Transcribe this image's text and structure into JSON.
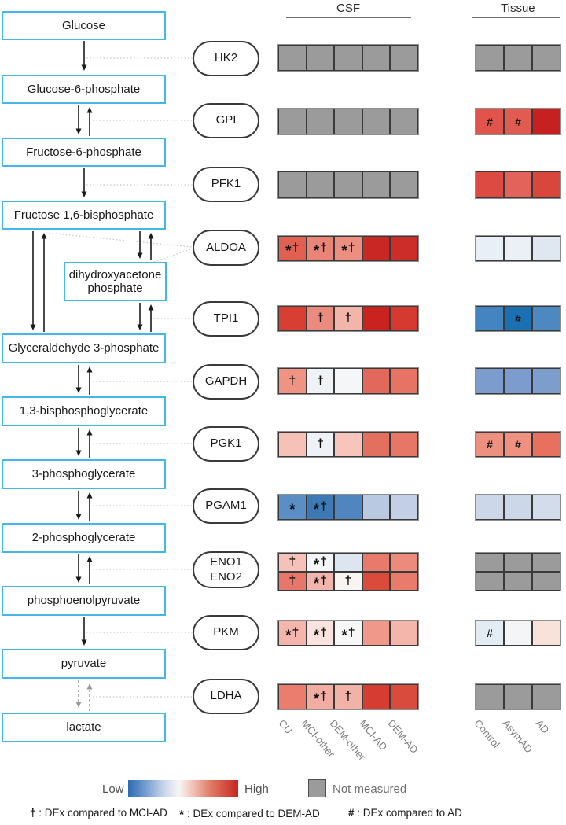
{
  "headers": {
    "csf": "CSF",
    "tissue": "Tissue"
  },
  "metabolites": [
    "Glucose",
    "Glucose-6-phosphate",
    "Fructose-6-phosphate",
    "Fructose 1,6-bisphosphate",
    "dihydroxyacetone phosphate",
    "Glyceraldehyde 3-phosphate",
    "1,3-bisphosphoglycerate",
    "3-phosphoglycerate",
    "2-phosphoglycerate",
    "phosphoenolpyruvate",
    "pyruvate",
    "lactate"
  ],
  "enzymes": [
    [
      "HK2"
    ],
    [
      "GPI"
    ],
    [
      "PFK1"
    ],
    [
      "ALDOA"
    ],
    [
      "TPI1"
    ],
    [
      "GAPDH"
    ],
    [
      "PGK1"
    ],
    [
      "PGAM1"
    ],
    [
      "ENO1",
      "ENO2"
    ],
    [
      "PKM"
    ],
    [
      "LDHA"
    ]
  ],
  "heatmap": {
    "csf_columns": [
      "CU",
      "MCI-other",
      "DEM-other",
      "MCI-AD",
      "DEM-AD"
    ],
    "tissue_columns": [
      "Control",
      "AsymAD",
      "AD"
    ],
    "not_measured_color": "#9b9b9b",
    "rows": [
      {
        "enzyme": "HK2",
        "csf": [
          [
            {
              "color": "#9b9b9b",
              "symbol": "",
              "measured": false
            },
            {
              "color": "#9b9b9b",
              "symbol": "",
              "measured": false
            },
            {
              "color": "#9b9b9b",
              "symbol": "",
              "measured": false
            },
            {
              "color": "#9b9b9b",
              "symbol": "",
              "measured": false
            },
            {
              "color": "#9b9b9b",
              "symbol": "",
              "measured": false
            }
          ]
        ],
        "tissue": [
          [
            {
              "color": "#9b9b9b",
              "symbol": "",
              "measured": false
            },
            {
              "color": "#9b9b9b",
              "symbol": "",
              "measured": false
            },
            {
              "color": "#9b9b9b",
              "symbol": "",
              "measured": false
            }
          ]
        ]
      },
      {
        "enzyme": "GPI",
        "csf": [
          [
            {
              "color": "#9b9b9b",
              "symbol": "",
              "measured": false
            },
            {
              "color": "#9b9b9b",
              "symbol": "",
              "measured": false
            },
            {
              "color": "#9b9b9b",
              "symbol": "",
              "measured": false
            },
            {
              "color": "#9b9b9b",
              "symbol": "",
              "measured": false
            },
            {
              "color": "#9b9b9b",
              "symbol": "",
              "measured": false
            }
          ]
        ],
        "tissue": [
          [
            {
              "color": "#e0544b",
              "symbol": "#"
            },
            {
              "color": "#e05b51",
              "symbol": "#"
            },
            {
              "color": "#c62120",
              "symbol": ""
            }
          ]
        ]
      },
      {
        "enzyme": "PFK1",
        "csf": [
          [
            {
              "color": "#9b9b9b",
              "symbol": "",
              "measured": false
            },
            {
              "color": "#9b9b9b",
              "symbol": "",
              "measured": false
            },
            {
              "color": "#9b9b9b",
              "symbol": "",
              "measured": false
            },
            {
              "color": "#9b9b9b",
              "symbol": "",
              "measured": false
            },
            {
              "color": "#9b9b9b",
              "symbol": "",
              "measured": false
            }
          ]
        ],
        "tissue": [
          [
            {
              "color": "#dc4a41",
              "symbol": ""
            },
            {
              "color": "#e2635a",
              "symbol": ""
            },
            {
              "color": "#d9473c",
              "symbol": ""
            }
          ]
        ]
      },
      {
        "enzyme": "ALDOA",
        "csf": [
          [
            {
              "color": "#e06152",
              "symbol": "*†"
            },
            {
              "color": "#ea8477",
              "symbol": "*†"
            },
            {
              "color": "#ec8e80",
              "symbol": "*†"
            },
            {
              "color": "#c92723",
              "symbol": ""
            },
            {
              "color": "#cd2d28",
              "symbol": ""
            }
          ]
        ],
        "tissue": [
          [
            {
              "color": "#e9eff6",
              "symbol": ""
            },
            {
              "color": "#eaf0f6",
              "symbol": ""
            },
            {
              "color": "#dfe7f1",
              "symbol": ""
            }
          ]
        ]
      },
      {
        "enzyme": "TPI1",
        "csf": [
          [
            {
              "color": "#d93e33",
              "symbol": ""
            },
            {
              "color": "#eb8b7d",
              "symbol": "†"
            },
            {
              "color": "#f3b4aa",
              "symbol": "†"
            },
            {
              "color": "#c9221f",
              "symbol": ""
            },
            {
              "color": "#d43a30",
              "symbol": ""
            }
          ]
        ],
        "tissue": [
          [
            {
              "color": "#4484c0",
              "symbol": ""
            },
            {
              "color": "#1b70b2",
              "symbol": "#"
            },
            {
              "color": "#4d88c1",
              "symbol": ""
            }
          ]
        ]
      },
      {
        "enzyme": "GAPDH",
        "csf": [
          [
            {
              "color": "#ef9485",
              "symbol": "†"
            },
            {
              "color": "#f0f3f6",
              "symbol": "†"
            },
            {
              "color": "#f5f6f8",
              "symbol": ""
            },
            {
              "color": "#e2685b",
              "symbol": ""
            },
            {
              "color": "#e77365",
              "symbol": ""
            }
          ]
        ],
        "tissue": [
          [
            {
              "color": "#7b9ccd",
              "symbol": ""
            },
            {
              "color": "#7b9ccd",
              "symbol": ""
            },
            {
              "color": "#7d9ecd",
              "symbol": ""
            }
          ]
        ]
      },
      {
        "enzyme": "PGK1",
        "csf": [
          [
            {
              "color": "#f6c1b7",
              "symbol": ""
            },
            {
              "color": "#eef1f5",
              "symbol": "†"
            },
            {
              "color": "#f7c5bc",
              "symbol": ""
            },
            {
              "color": "#e3705f",
              "symbol": ""
            },
            {
              "color": "#e67767",
              "symbol": ""
            }
          ]
        ],
        "tissue": [
          [
            {
              "color": "#ee9080",
              "symbol": "#"
            },
            {
              "color": "#ee9181",
              "symbol": "#"
            },
            {
              "color": "#e7705f",
              "symbol": ""
            }
          ]
        ]
      },
      {
        "enzyme": "PGAM1",
        "csf": [
          [
            {
              "color": "#5b8ec4",
              "symbol": "*"
            },
            {
              "color": "#3c79b5",
              "symbol": "*†"
            },
            {
              "color": "#4f86bf",
              "symbol": ""
            },
            {
              "color": "#bac9e2",
              "symbol": ""
            },
            {
              "color": "#c3cfe5",
              "symbol": ""
            }
          ]
        ],
        "tissue": [
          [
            {
              "color": "#ccd7e8",
              "symbol": ""
            },
            {
              "color": "#ccd7e8",
              "symbol": ""
            },
            {
              "color": "#d3dcea",
              "symbol": ""
            }
          ]
        ]
      },
      {
        "enzyme": "ENO1/ENO2",
        "csf": [
          [
            {
              "color": "#f5c2b9",
              "symbol": "†"
            },
            {
              "color": "#f3f5f7",
              "symbol": "*†"
            },
            {
              "color": "#dde6f0",
              "symbol": ""
            },
            {
              "color": "#e87a6b",
              "symbol": ""
            },
            {
              "color": "#ec8b7b",
              "symbol": ""
            }
          ],
          [
            {
              "color": "#e8776b",
              "symbol": "†"
            },
            {
              "color": "#f2b5ac",
              "symbol": "*†"
            },
            {
              "color": "#f8f4f1",
              "symbol": "†"
            },
            {
              "color": "#da4b3b",
              "symbol": ""
            },
            {
              "color": "#e97b6c",
              "symbol": ""
            }
          ]
        ],
        "tissue": [
          [
            {
              "color": "#9b9b9b",
              "symbol": "",
              "measured": false
            },
            {
              "color": "#9b9b9b",
              "symbol": "",
              "measured": false
            },
            {
              "color": "#9b9b9b",
              "symbol": "",
              "measured": false
            }
          ],
          [
            {
              "color": "#9b9b9b",
              "symbol": "",
              "measured": false
            },
            {
              "color": "#9b9b9b",
              "symbol": "",
              "measured": false
            },
            {
              "color": "#9b9b9b",
              "symbol": "",
              "measured": false
            }
          ]
        ]
      },
      {
        "enzyme": "PKM",
        "csf": [
          [
            {
              "color": "#f4b6ac",
              "symbol": "*†"
            },
            {
              "color": "#f9e3de",
              "symbol": "*†"
            },
            {
              "color": "#f7f7f7",
              "symbol": "*†"
            },
            {
              "color": "#f0998a",
              "symbol": ""
            },
            {
              "color": "#f4b5aa",
              "symbol": ""
            }
          ]
        ],
        "tissue": [
          [
            {
              "color": "#e3ebf3",
              "symbol": "#"
            },
            {
              "color": "#f3f5f7",
              "symbol": ""
            },
            {
              "color": "#f8e2da",
              "symbol": ""
            }
          ]
        ]
      },
      {
        "enzyme": "LDHA",
        "csf": [
          [
            {
              "color": "#ea7d6d",
              "symbol": ""
            },
            {
              "color": "#f2ada2",
              "symbol": "*†"
            },
            {
              "color": "#f3b2a7",
              "symbol": "†"
            },
            {
              "color": "#d63c30",
              "symbol": ""
            },
            {
              "color": "#d94b3c",
              "symbol": ""
            }
          ]
        ],
        "tissue": [
          [
            {
              "color": "#9b9b9b",
              "symbol": "",
              "measured": false
            },
            {
              "color": "#9b9b9b",
              "symbol": "",
              "measured": false
            },
            {
              "color": "#9b9b9b",
              "symbol": "",
              "measured": false
            }
          ]
        ]
      }
    ]
  },
  "legend": {
    "low": "Low",
    "high": "High",
    "not_measured": "Not measured",
    "gradient_low_color": "#2c6bb3",
    "gradient_high_color": "#c8251f"
  },
  "footnotes": [
    {
      "symbol": "†",
      "text": ": DEx compared to MCI-AD"
    },
    {
      "symbol": "*",
      "text": ": DEx compared to DEM-AD"
    },
    {
      "symbol": "#",
      "text": ": DEx compared to AD"
    }
  ]
}
